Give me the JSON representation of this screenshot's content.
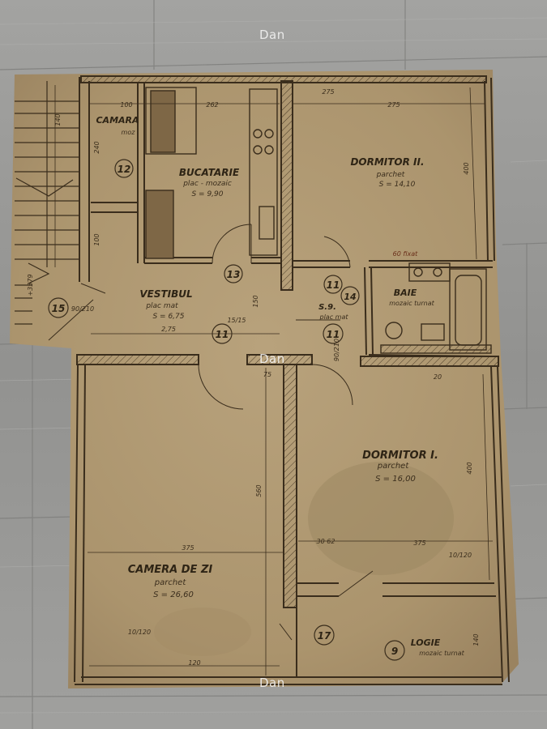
{
  "watermark": "Dan",
  "colors": {
    "paper": "#b09a74",
    "ink": "#3a2d1c",
    "wood": "#9c9c9a"
  },
  "rooms": {
    "camara": {
      "num": "12",
      "name": "CAMARA",
      "floor": "moz"
    },
    "bucatarie": {
      "name": "BUCATARIE",
      "floor": "plac - mozaic",
      "area": "S = 9,90"
    },
    "dormitor2": {
      "name": "DORMITOR II.",
      "floor": "parchet",
      "area": "S = 14,10"
    },
    "vestibul": {
      "num": "13",
      "name": "VESTIBUL",
      "floor": "plac mat",
      "area": "S = 6,75"
    },
    "baie": {
      "num": "14",
      "name": "BAIE",
      "floor": "mozaic turnat"
    },
    "wc": {
      "name": "S.9.",
      "floor": "plac mat"
    },
    "stair": {
      "num": "15"
    },
    "cameraZi": {
      "name": "CAMERA DE ZI",
      "floor": "parchet",
      "area": "S = 26,60"
    },
    "dormitor1": {
      "name": "DORMITOR I.",
      "floor": "parchet",
      "area": "S = 16,00"
    },
    "logie": {
      "num": "9",
      "name": "LOGIE",
      "floor": "mozaic turnat"
    },
    "hall17": {
      "num": "17"
    }
  },
  "door_tags": [
    "11",
    "11",
    "11"
  ],
  "dimensions": {
    "d_100a": "100",
    "d_262": "262",
    "d_275a": "275",
    "d_275b": "275",
    "d_60f": "60 fixat",
    "d_275c": "2,75",
    "d_375a": "375",
    "d_375b": "375",
    "d_560": "560",
    "d_400a": "400",
    "d_400b": "400",
    "d_30_62": "30  62",
    "d_10_120a": "10/120",
    "d_10_120b": "10/120",
    "d_120": "120",
    "d_3579": "+3579",
    "d_90_210a": "90/210",
    "d_90_210b": "90/210",
    "d_1015": "15/15",
    "d_150": "150",
    "d_140a": "140",
    "d_140b": "140",
    "d_100b": "100",
    "d_240": "240",
    "d_75": "75",
    "d_20": "20"
  }
}
